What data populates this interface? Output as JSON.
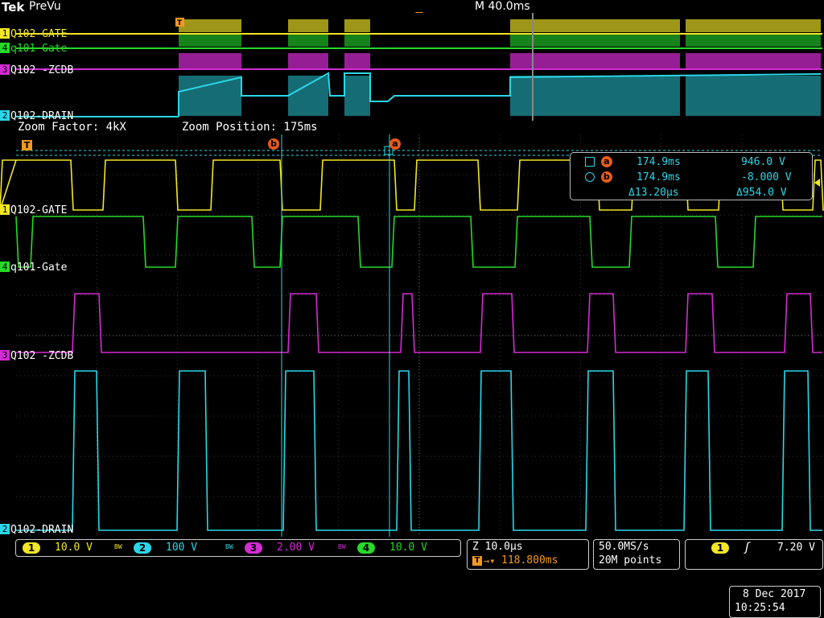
{
  "header": {
    "logo": "Tek",
    "mode": "PreVu",
    "time_scale": "M 40.0ms"
  },
  "channels": [
    {
      "num": "1",
      "name": "Q102-GATE",
      "color": "#f2e626"
    },
    {
      "num": "4",
      "name": "q101-Gate",
      "color": "#27d92a"
    },
    {
      "num": "3",
      "name": "Q102 -ZCDB",
      "color": "#d42bd4"
    },
    {
      "num": "2",
      "name": "Q102-DRAIN",
      "color": "#2ad7e8"
    }
  ],
  "zoom": {
    "factor": "Zoom Factor: 4kX",
    "position": "Zoom Position: 175ms"
  },
  "markers": {
    "trigger": "T",
    "cursor_a": "a",
    "cursor_b": "b"
  },
  "readout": {
    "a_time": "174.9ms",
    "a_value": "946.0 V",
    "b_time": "174.9ms",
    "b_value": "-8.000 V",
    "delta_time": "Δ13.20µs",
    "delta_value": "Δ954.0 V"
  },
  "bottom": {
    "ch1_scale": "10.0 V",
    "ch2_scale": "100 V",
    "ch3_scale": "2.00 V",
    "ch4_scale": "10.0 V",
    "bw": "BW",
    "zoom_time": "Z 10.0µs",
    "trig_pos": "118.800ms",
    "sample_rate": "50.0MS/s",
    "record": "20M points",
    "trig_ch": "1",
    "trig_level": "7.20 V"
  },
  "datetime": {
    "date": "8 Dec  2017",
    "time": "10:25:54"
  },
  "colors": {
    "ch1": "#f2e626",
    "ch2": "#2ad7e8",
    "ch3": "#d42bd4",
    "ch4": "#27d92a",
    "trigger": "#f39a1e",
    "cursor": "#e85a1a"
  },
  "waveforms": {
    "gate_high_segments": [
      [
        0,
        88
      ],
      [
        128,
        218
      ],
      [
        262,
        348
      ],
      [
        398,
        490
      ],
      [
        515,
        594
      ],
      [
        643,
        742
      ],
      [
        785,
        852
      ],
      [
        893,
        970
      ],
      [
        1010,
        1020
      ]
    ],
    "drain_high_segments": [
      [
        90,
        120
      ],
      [
        220,
        255
      ],
      [
        352,
        390
      ],
      [
        493,
        508
      ],
      [
        595,
        635
      ],
      [
        728,
        762
      ],
      [
        850,
        880
      ],
      [
        972,
        1004
      ]
    ],
    "zcdb_high_segments": [
      [
        90,
        123
      ],
      [
        358,
        393
      ],
      [
        498,
        512
      ],
      [
        597,
        636
      ],
      [
        730,
        762
      ],
      [
        852,
        885
      ],
      [
        975,
        1007
      ]
    ],
    "q101_low_segments": [
      [
        20,
        38
      ],
      [
        178,
        218
      ],
      [
        313,
        348
      ],
      [
        445,
        487
      ],
      [
        585,
        640
      ],
      [
        733,
        782
      ],
      [
        889,
        936
      ]
    ]
  }
}
